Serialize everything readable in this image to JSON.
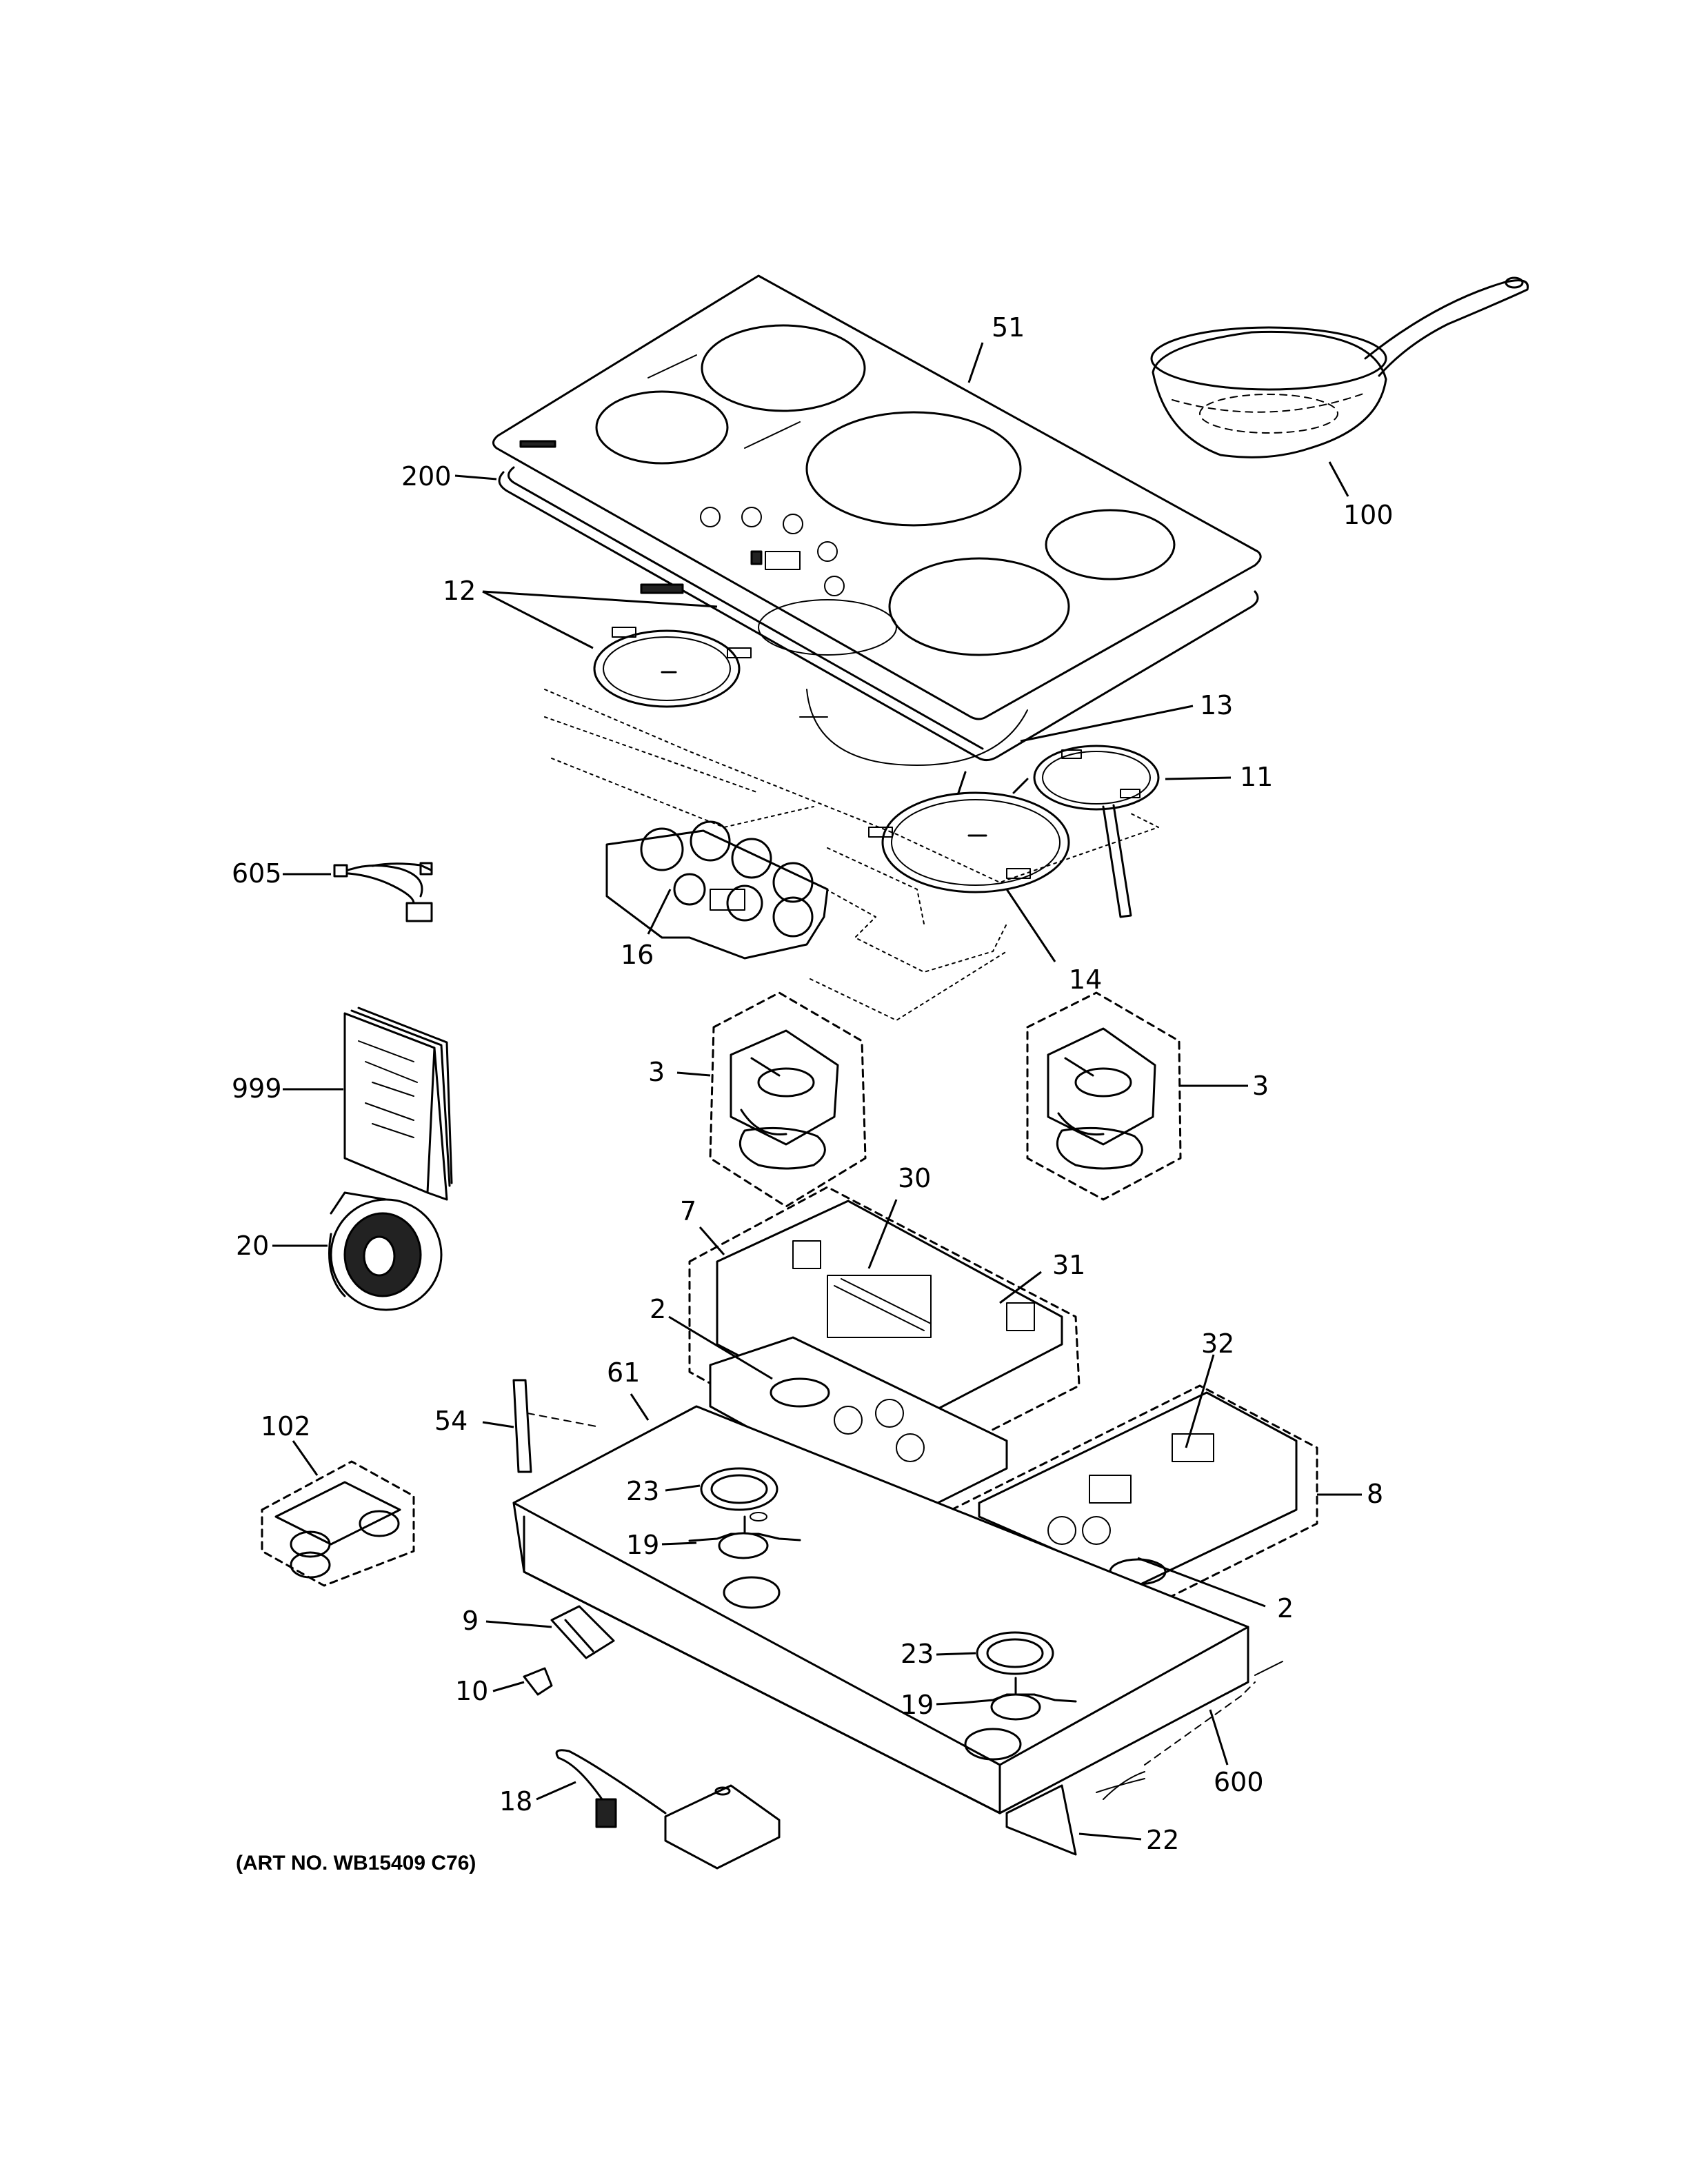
{
  "art_number": "(ART NO. WB15409 C76)",
  "callouts": {
    "c51": "51",
    "c100": "100",
    "c200": "200",
    "c12": "12",
    "c13": "13",
    "c11": "11",
    "c605": "605",
    "c16": "16",
    "c14": "14",
    "c3a": "3",
    "c3b": "3",
    "c999": "999",
    "c20": "20",
    "c30": "30",
    "c7": "7",
    "c31": "31",
    "c2a": "2",
    "c61": "61",
    "c32": "32",
    "c54": "54",
    "c102": "102",
    "c8": "8",
    "c23a": "23",
    "c19a": "19",
    "c2b": "2",
    "c9": "9",
    "c23b": "23",
    "c10": "10",
    "c19b": "19",
    "c600": "600",
    "c18": "18",
    "c22": "22"
  }
}
